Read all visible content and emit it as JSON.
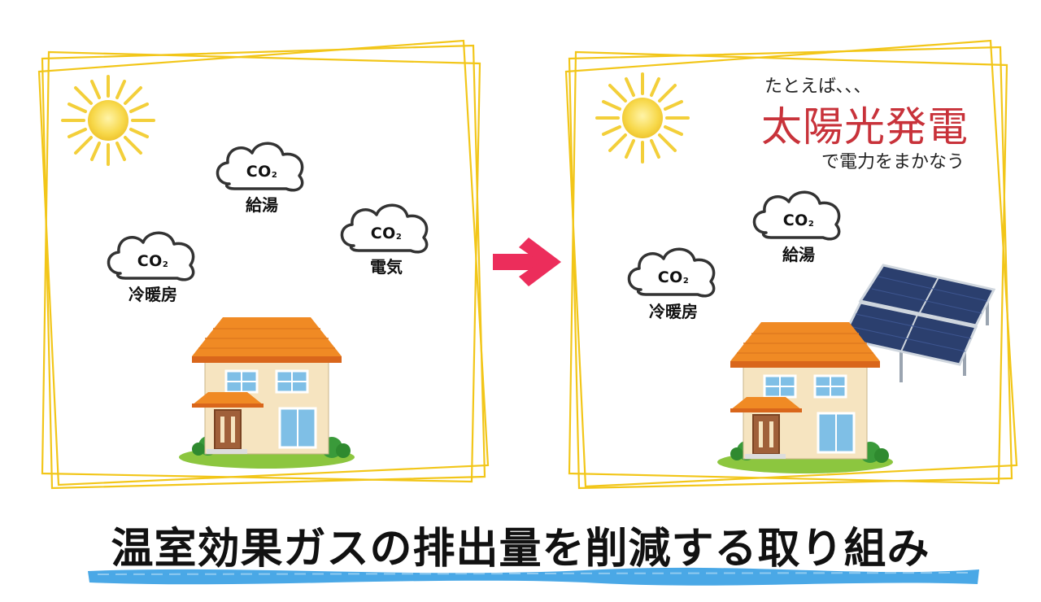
{
  "colors": {
    "frame": "#f2c619",
    "arrow": "#ec2d5b",
    "solar_title": "#c8323a",
    "underline": "#4aa8e6",
    "roof": "#f08a24",
    "wall": "#f6e4c0"
  },
  "left_panel": {
    "clouds": [
      {
        "co2": "CO",
        "sub": "2",
        "label": "給湯"
      },
      {
        "co2": "CO",
        "sub": "2",
        "label": "電気"
      },
      {
        "co2": "CO",
        "sub": "2",
        "label": "冷暖房"
      }
    ]
  },
  "right_panel": {
    "intro": "たとえば､､､",
    "highlight": "太陽光発電",
    "tail": "で電力をまかなう",
    "clouds": [
      {
        "co2": "CO",
        "sub": "2",
        "label": "給湯"
      },
      {
        "co2": "CO",
        "sub": "2",
        "label": "冷暖房"
      }
    ]
  },
  "title": "温室効果ガスの排出量を削減する取り組み"
}
